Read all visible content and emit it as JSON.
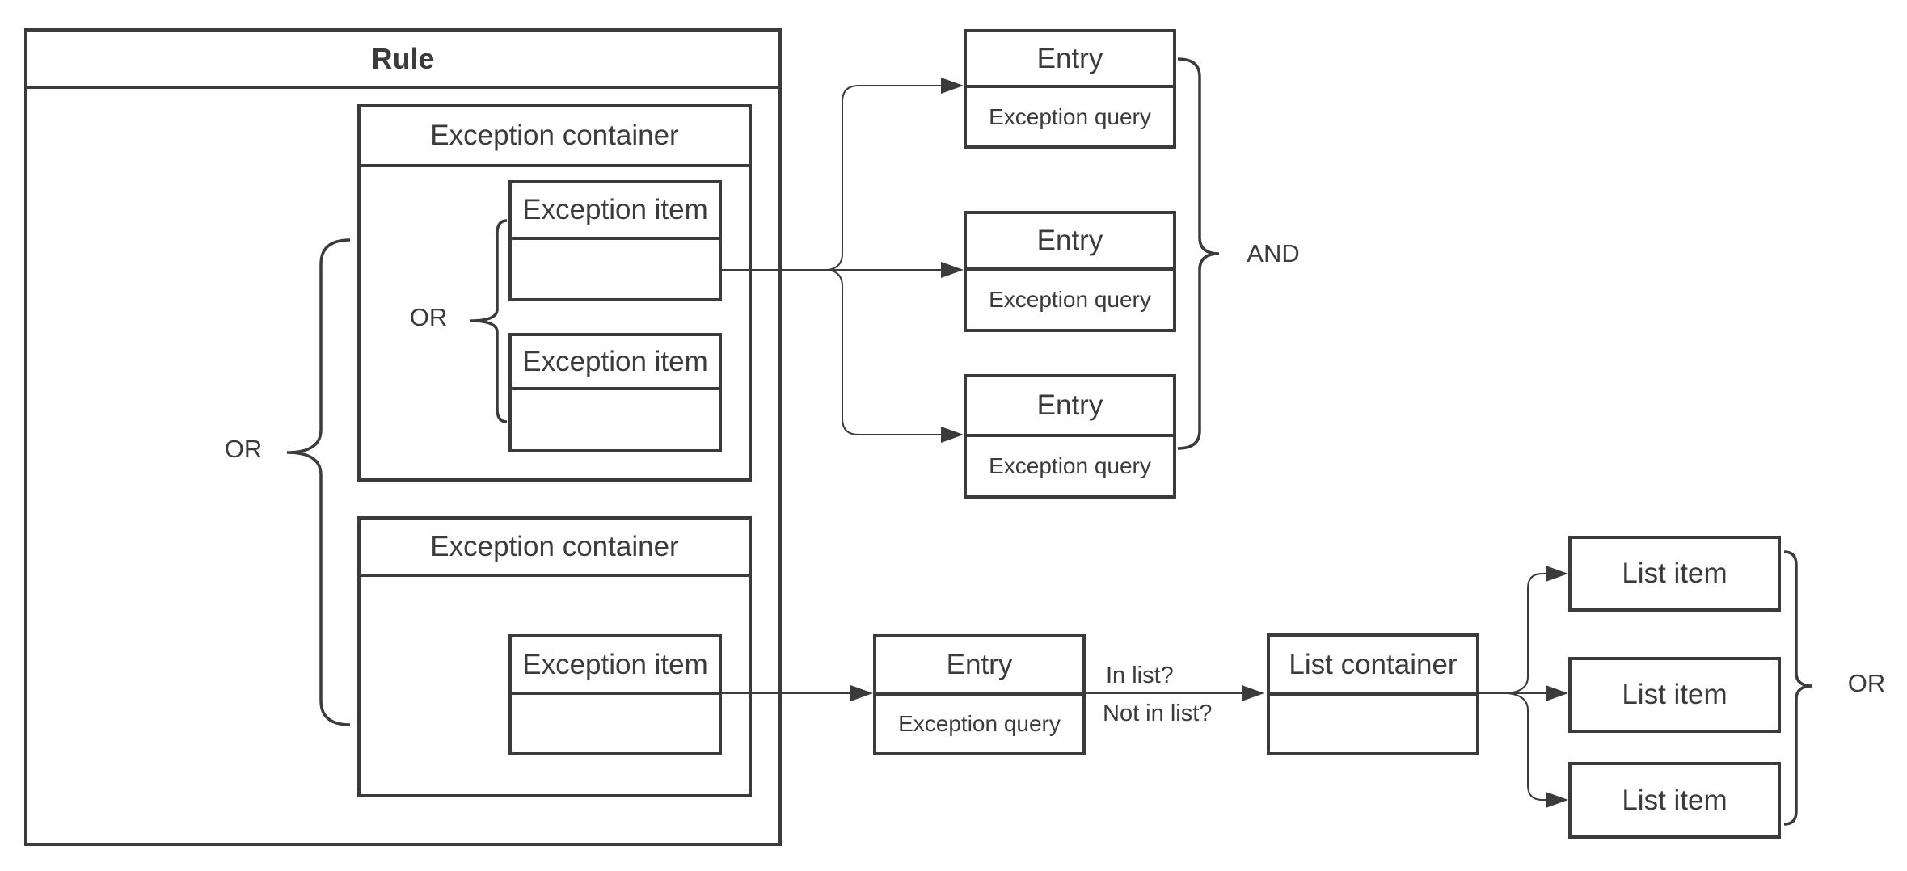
{
  "rule": {
    "title": "Rule"
  },
  "exception_containers": [
    {
      "title": "Exception container",
      "items": [
        {
          "title": "Exception item"
        },
        {
          "title": "Exception item"
        }
      ]
    },
    {
      "title": "Exception container",
      "items": [
        {
          "title": "Exception item"
        }
      ]
    }
  ],
  "entries": [
    {
      "title": "Entry",
      "query_label": "Exception query"
    },
    {
      "title": "Entry",
      "query_label": "Exception query"
    },
    {
      "title": "Entry",
      "query_label": "Exception query"
    },
    {
      "title": "Entry",
      "query_label": "Exception query"
    }
  ],
  "list_container": {
    "title": "List container"
  },
  "list_items": [
    {
      "label": "List item"
    },
    {
      "label": "List item"
    },
    {
      "label": "List item"
    }
  ],
  "operators": {
    "outer_or": "OR",
    "inner_or": "OR",
    "and": "AND",
    "list_or": "OR"
  },
  "edge_labels": {
    "in_list": "In list?",
    "not_in_list": "Not in list?"
  },
  "colors": {
    "stroke": "#3b3b3b",
    "text": "#3b3b3b",
    "background": "#ffffff"
  }
}
